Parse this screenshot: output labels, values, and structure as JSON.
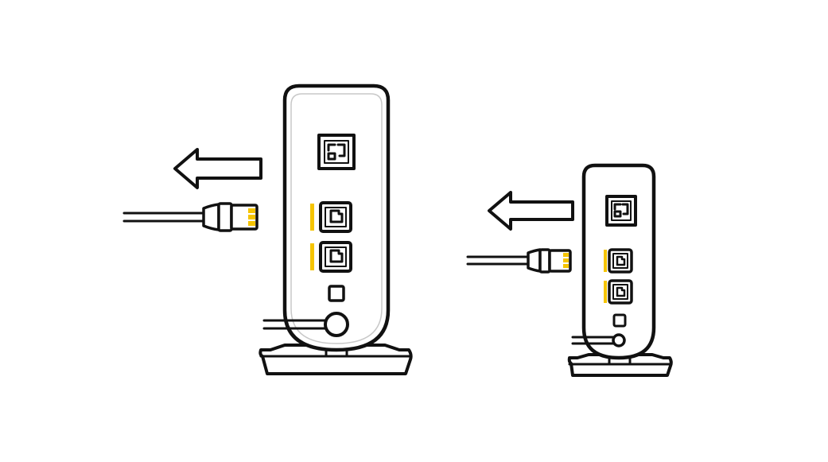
{
  "colors": {
    "background": "#ffffff",
    "stroke": "#111111",
    "accent": "#f5c400",
    "inner_outline": "#c8c8c8"
  },
  "illustration": {
    "steps": [
      {
        "device": "router-large",
        "action": "unplug-cable",
        "arrow_icon": "arrow-left-icon",
        "ports": [
          "qr-label-icon",
          "ethernet-port-1",
          "ethernet-port-2",
          "small-button",
          "power-port"
        ]
      },
      {
        "device": "router-small",
        "action": "unplug-cable",
        "arrow_icon": "arrow-left-icon",
        "ports": [
          "qr-label-icon",
          "ethernet-port-1",
          "ethernet-port-2",
          "small-button",
          "power-port"
        ]
      }
    ]
  }
}
